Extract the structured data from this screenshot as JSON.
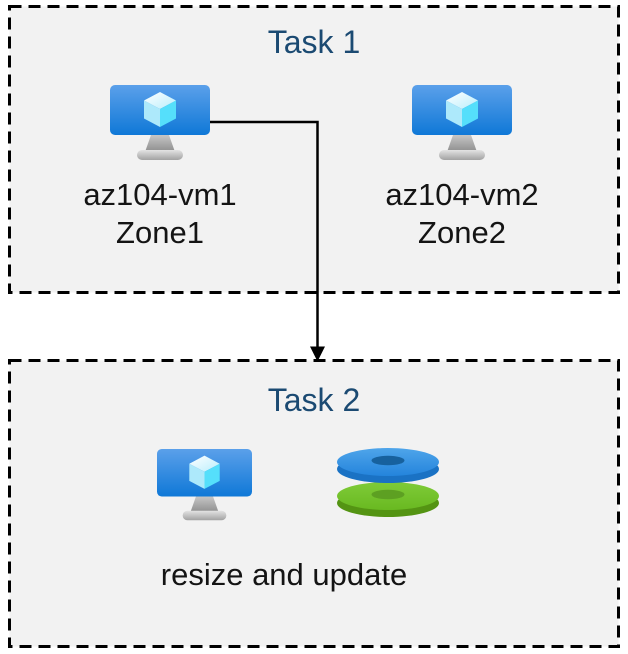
{
  "task1": {
    "title": "Task 1",
    "vms": [
      {
        "name": "az104-vm1",
        "zone": "Zone1",
        "icon": "virtual-machine-icon"
      },
      {
        "name": "az104-vm2",
        "zone": "Zone2",
        "icon": "virtual-machine-icon"
      }
    ]
  },
  "task2": {
    "title": "Task 2",
    "caption": "resize and update",
    "icons": [
      "virtual-machine-icon",
      "disks-icon"
    ]
  },
  "arrow": {
    "from": "az104-vm1",
    "to": "Task 2"
  },
  "colors": {
    "title_text": "#1b4a72",
    "label_text": "#141414",
    "box_fill": "#f2f2f2",
    "box_border": "#000000",
    "vm_screen_top": "#5ba0ea",
    "vm_screen_bottom": "#0f78d7",
    "cube_left": "#ade9fb",
    "cube_right": "#55dffb",
    "disk_blue": "#2f92e5",
    "disk_blue_hole": "#17619e",
    "disk_green": "#74c22d",
    "disk_green_hole": "#5da022"
  }
}
